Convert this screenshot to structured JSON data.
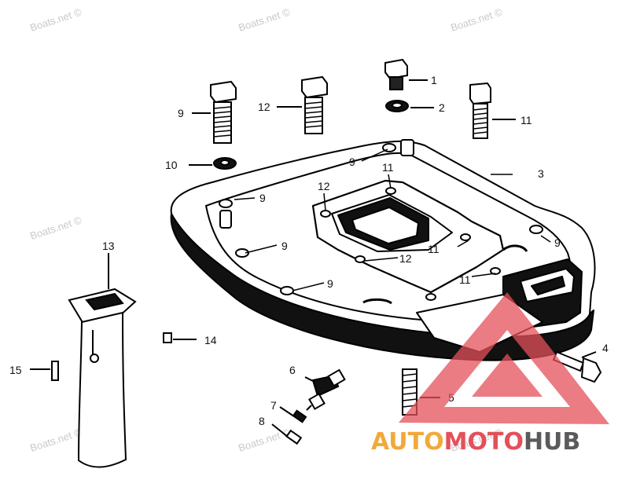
{
  "watermark": {
    "text": "Boats.net ©"
  },
  "logo": {
    "part1": "AUTO",
    "part2": "MOTO",
    "part3": "HUB",
    "color1": "#f2a93b",
    "color2": "#e4505a",
    "color3": "#5b5b5b"
  },
  "callouts": {
    "c1": "1",
    "c2": "2",
    "c3": "3",
    "c4": "4",
    "c5": "5",
    "c6": "6",
    "c7": "7",
    "c8": "8",
    "c9a": "9",
    "c9b": "9",
    "c9c": "9",
    "c9d": "9",
    "c9e": "9",
    "c9f": "9",
    "c10": "10",
    "c11a": "11",
    "c11b": "11",
    "c11c": "11",
    "c11d": "11",
    "c12a": "12",
    "c12b": "12",
    "c12c": "12",
    "c13": "13",
    "c14": "14",
    "c15": "15"
  }
}
